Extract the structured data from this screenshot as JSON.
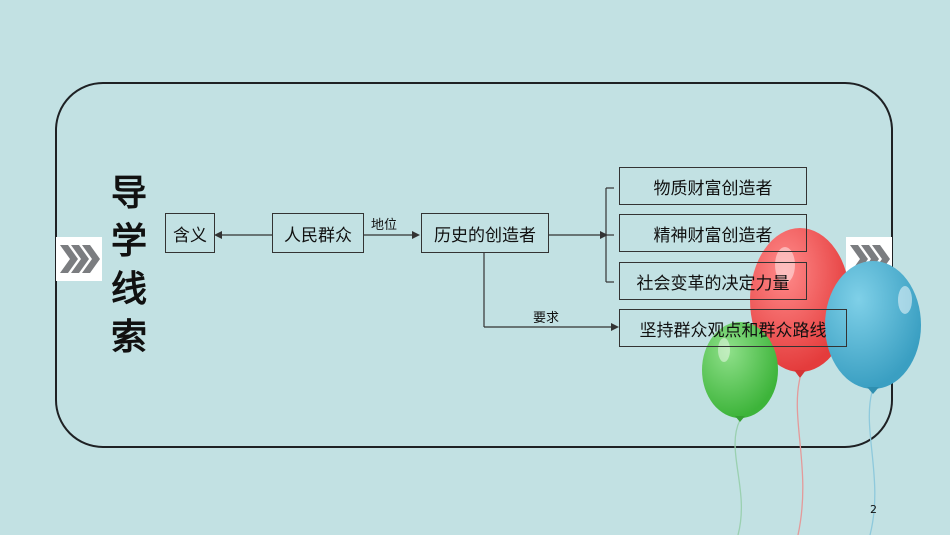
{
  "title_chars": [
    "导",
    "学",
    "线",
    "索"
  ],
  "nodes": {
    "hanyi": "含义",
    "renmin": "人民群众",
    "lishi": "历史的创造者",
    "wuzhi": "物质财富创造者",
    "jingshen": "精神财富创造者",
    "shehui": "社会变革的决定力量",
    "jianchi": "坚持群众观点和群众路线"
  },
  "edge_labels": {
    "diwei": "地位",
    "yaoqiu": "要求"
  },
  "page_number": "2",
  "colors": {
    "background": "#c2e1e3",
    "balloon_red": "#e84a4a",
    "balloon_blue": "#3fa8c9",
    "balloon_green": "#4cc04a"
  }
}
